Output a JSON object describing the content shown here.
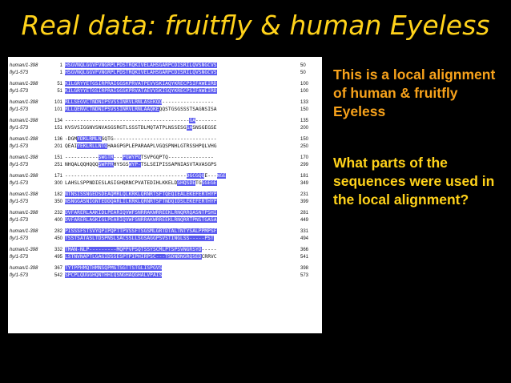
{
  "title": "Real data: fruitfly & human Eyeless",
  "text1": "This is a local alignment of human & fruitfly Eyeless",
  "text2": "What parts of the sequences were used in the local alignment?",
  "colors": {
    "title": "#ffd21a",
    "text1": "#f7a21b",
    "text2": "#ffd21a",
    "highlight": "#5b5bf0"
  },
  "alignment": [
    {
      "rows": [
        {
          "name": "human/1-398",
          "start": "1",
          "seq": "HSGVNQLGGVFVNGRPLPDSTRQKIVELAHSGARPCDISRILQVSNGCVS",
          "end": "50",
          "hl": [
            [
              0,
              49
            ]
          ]
        },
        {
          "name": "fly/1-573",
          "start": "1",
          "seq": "HSGVNQLGGVFVNGRPLPDSTRQKIVELAHSGARPCDISRILQVSNGCVS",
          "end": "50",
          "hl": [
            [
              0,
              49
            ]
          ]
        }
      ]
    },
    {
      "rows": [
        {
          "name": "human/1-398",
          "start": "51",
          "seq": "KILGRYYETGSIRPRAIGGSKPRVATPEVVSKIAQYKRECPSIFAWEIRD",
          "end": "100",
          "hl": [
            [
              0,
              49
            ]
          ]
        },
        {
          "name": "fly/1-573",
          "start": "51",
          "seq": "KILGRYYETGSIRPRAIGGSKPRVATAEVVSKISQYKRECPSIFAWEIRD",
          "end": "100",
          "hl": [
            [
              0,
              49
            ]
          ]
        }
      ]
    },
    {
      "rows": [
        {
          "name": "human/1-398",
          "start": "101",
          "seq": "RLLSEGVCTNDNIPSVSSINRVLRNLASEKQQ-----------------",
          "end": "133",
          "hl": [
            [
              0,
              31
            ]
          ]
        },
        {
          "name": "fly/1-573",
          "start": "101",
          "seq": "RLLQENVCTNDNIPSVSSINRVLRNLAAQKEQQSTGSGSSSTSAGNSISA",
          "end": "150",
          "hl": [
            [
              0,
              30
            ]
          ]
        }
      ]
    },
    {
      "rows": [
        {
          "name": "human/1-398",
          "start": "134",
          "seq": "-----------------------------------------GA-------",
          "end": "135",
          "hl": [
            [
              41,
              42
            ]
          ]
        },
        {
          "name": "fly/1-573",
          "start": "151",
          "seq": "KVSVSIGGNVSNVASGSRGTLSSSTDLMQTATPLNSSESGGASNSGEGSE",
          "end": "200",
          "hl": [
            [
              40,
              41
            ]
          ]
        }
      ]
    },
    {
      "rows": [
        {
          "name": "human/1-398",
          "start": "136",
          "seq": "-DGMYDKLRMLNGQTG----------------------------------",
          "end": "150",
          "hl": [
            [
              4,
              11
            ]
          ]
        },
        {
          "name": "fly/1-573",
          "start": "201",
          "seq": "QEAIYEKLRLLNTQHAAGPGPLEPARAAPLVGQSPNHLGTRSSHPQLVHG",
          "end": "250",
          "hl": [
            [
              4,
              13
            ]
          ]
        }
      ]
    },
    {
      "rows": [
        {
          "name": "human/1-398",
          "start": "151",
          "seq": "-----------SWGTR---PGWYPGTSVPGQPTQ---------------",
          "end": "170",
          "hl": [
            [
              11,
              15
            ],
            [
              19,
              24
            ]
          ]
        },
        {
          "name": "fly/1-573",
          "start": "251",
          "seq": "NHQALQQHQQQSWPPRHYSGSWYP-TSLSEIPISSAPNIASVTAVASGPS",
          "end": "299",
          "hl": [
            [
              11,
              15
            ],
            [
              21,
              24
            ]
          ]
        }
      ]
    },
    {
      "rows": [
        {
          "name": "human/1-398",
          "start": "171",
          "seq": "----------------------------------------DGCGQQE---NGE",
          "end": "181",
          "hl": [
            [
              40,
              45
            ],
            [
              50,
              52
            ]
          ]
        },
        {
          "name": "fly/1-573",
          "start": "300",
          "seq": "LAHSLSPPNDIESLASIGHQRNCPVATEDIHLKKELDGHQSDETGSGEGE",
          "end": "349",
          "hl": [
            [
              37,
              42
            ],
            [
              45,
              49
            ]
          ]
        }
      ]
    },
    {
      "rows": [
        {
          "name": "human/1-398",
          "start": "182",
          "seq": "NTNSISSNGEDSDEAQMRLQLKRKLQRNRTSFTQEQIEALEKEFERTHYP",
          "end": "231",
          "hl": [
            [
              0,
              49
            ]
          ]
        },
        {
          "name": "fly/1-573",
          "start": "350",
          "seq": "NSNGGASNIGNTEDDQARLILKRKLQRNRTSFTNDQIDSLEKEFERTHYP",
          "end": "399",
          "hl": [
            [
              0,
              49
            ]
          ]
        }
      ]
    },
    {
      "rows": [
        {
          "name": "human/1-398",
          "start": "232",
          "seq": "DVFARERLAAKIDLPEARIQVWFSNRRAKWRREEKLRNQRRQASNTPSHI",
          "end": "281",
          "hl": [
            [
              0,
              49
            ]
          ]
        },
        {
          "name": "fly/1-573",
          "start": "400",
          "seq": "DVFARERLAGKIGLPEARIQVWFSNRRAKWRREEKLRNQRRTPNSTGASA",
          "end": "449",
          "hl": [
            [
              0,
              49
            ]
          ]
        }
      ]
    },
    {
      "rows": [
        {
          "name": "human/1-398",
          "start": "282",
          "seq": "PISSSFSTSVYQPIPQPTTPVSSFTSGSMLGRTDTALTNTYSALPPMPSF",
          "end": "331",
          "hl": [
            [
              0,
              49
            ]
          ]
        },
        {
          "name": "fly/1-573",
          "start": "450",
          "seq": "TSSTSATASLTDSPNSLSACSSLLSGSAGGPSVSTINGLSS-----PST",
          "end": "494",
          "hl": [
            [
              0,
              49
            ]
          ]
        }
      ]
    },
    {
      "rows": [
        {
          "name": "human/1-398",
          "start": "332",
          "seq": "TMAN-NLP---------MQPPVPSQTSSYSCMLPTSPSVNGRSYD-----",
          "end": "366",
          "hl": [
            [
              0,
              44
            ]
          ]
        },
        {
          "name": "fly/1-573",
          "start": "495",
          "seq": "LSTNVNAPTLGAGIDSSESPTPIPHIRPSC---TSDNDNGRQSEDCRRVC",
          "end": "541",
          "hl": [
            [
              0,
              44
            ]
          ]
        }
      ]
    },
    {
      "rows": [
        {
          "name": "human/1-398",
          "start": "367",
          "seq": "TYTPPHMQTHMNSQPMGTSGTTSTGLISPGVS",
          "end": "398",
          "hl": [
            [
              0,
              31
            ]
          ]
        },
        {
          "name": "fly/1-573",
          "start": "542",
          "seq": "SPCPLQUGGHQNTHHIQSNGHAQGHALVPAIS",
          "end": "573",
          "hl": [
            [
              0,
              31
            ]
          ]
        }
      ]
    }
  ]
}
